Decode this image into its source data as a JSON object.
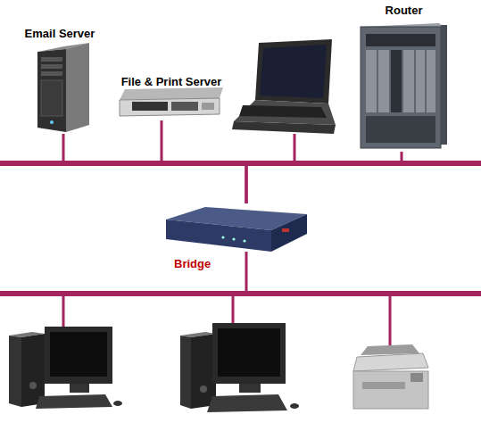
{
  "diagram": {
    "nodes": [
      {
        "text": [
          "Email Server"
        ]
      },
      {
        "text": [
          "File & Print Server"
        ]
      },
      {
        "text": [
          "Router"
        ]
      },
      {
        "text": [
          "Bridge"
        ]
      }
    ],
    "edges": [
      {
        "from": 3,
        "to": 0,
        "arrow": "none"
      },
      {
        "from": 3,
        "to": 1,
        "arrow": "none"
      },
      {
        "from": 3,
        "to": 2,
        "arrow": "none"
      }
    ]
  }
}
